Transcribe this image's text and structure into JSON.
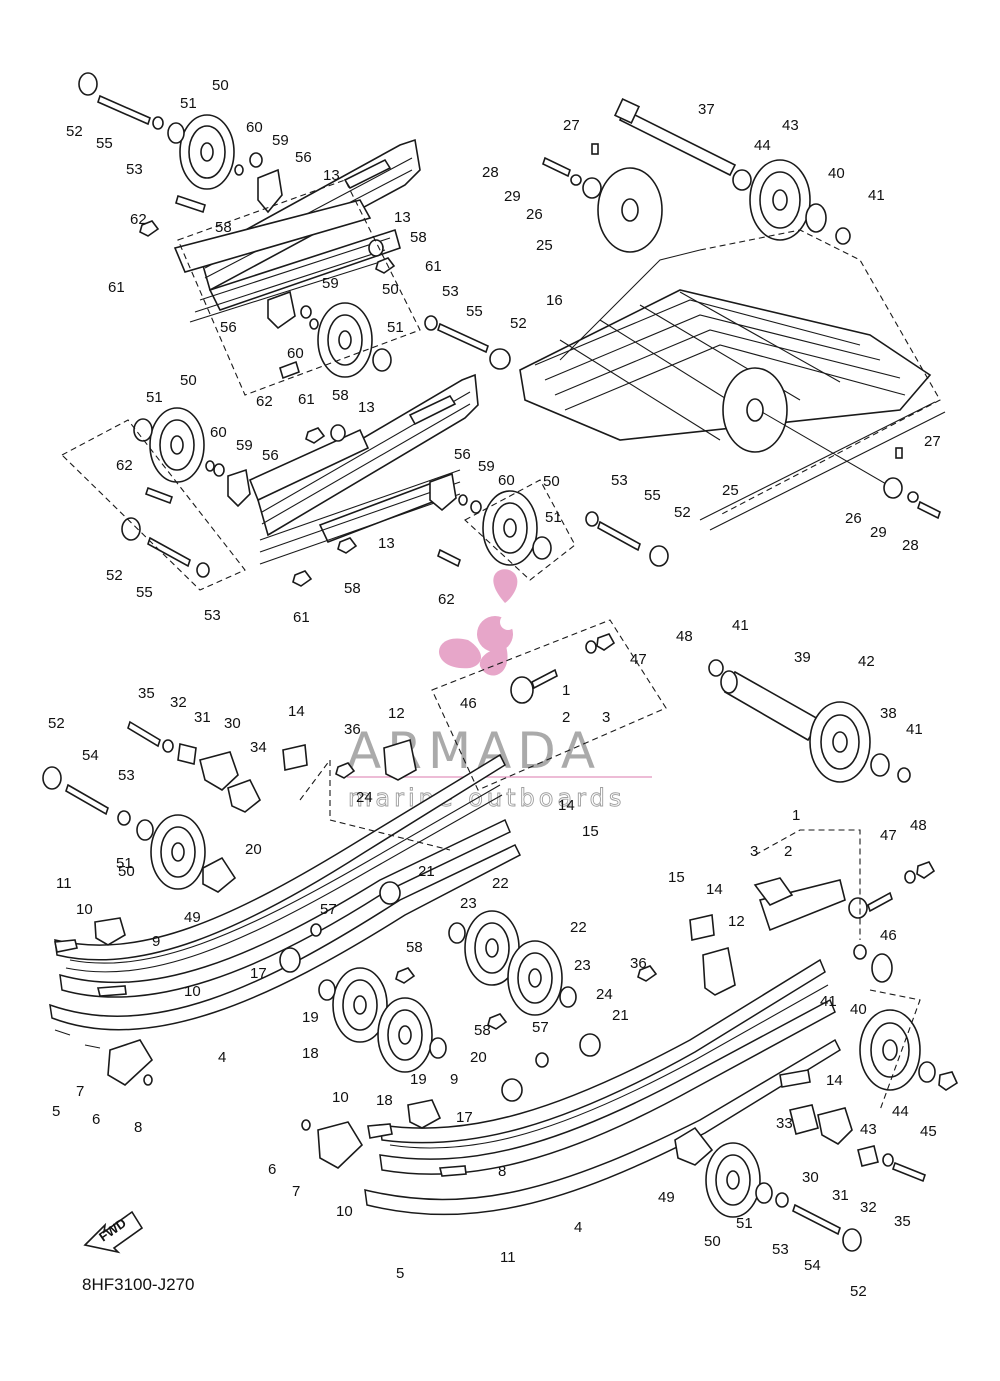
{
  "diagram_code": "8HF3100-J270",
  "fwd_label": "FWD",
  "watermark": {
    "brand": "ARMADA",
    "tagline": "marine outboards",
    "logo_color": "#e7a6c9",
    "text_color": "#8e8e8e"
  },
  "callouts": [
    "52",
    "55",
    "50",
    "51",
    "53",
    "60",
    "59",
    "56",
    "13",
    "62",
    "58",
    "61",
    "58",
    "61",
    "13",
    "56",
    "60",
    "59",
    "50",
    "51",
    "53",
    "55",
    "52",
    "62",
    "37",
    "43",
    "44",
    "27",
    "28",
    "29",
    "26",
    "25",
    "40",
    "41",
    "16",
    "25",
    "27",
    "26",
    "29",
    "28",
    "51",
    "50",
    "60",
    "59",
    "56",
    "62",
    "61",
    "58",
    "13",
    "56",
    "59",
    "60",
    "50",
    "53",
    "55",
    "52",
    "51",
    "52",
    "55",
    "53",
    "61",
    "58",
    "62",
    "13",
    "48",
    "47",
    "46",
    "41",
    "39",
    "42",
    "1",
    "2",
    "3",
    "38",
    "41",
    "52",
    "35",
    "32",
    "31",
    "30",
    "34",
    "14",
    "36",
    "12",
    "54",
    "53",
    "51",
    "50",
    "49",
    "24",
    "14",
    "15",
    "20",
    "21",
    "57",
    "22",
    "23",
    "11",
    "10",
    "9",
    "10",
    "17",
    "19",
    "18",
    "58",
    "22",
    "23",
    "4",
    "5",
    "7",
    "6",
    "8",
    "1",
    "3",
    "2",
    "15",
    "14",
    "12",
    "47",
    "48",
    "46",
    "36",
    "41",
    "40",
    "24",
    "21",
    "58",
    "57",
    "20",
    "19",
    "18",
    "9",
    "17",
    "10",
    "8",
    "6",
    "7",
    "10",
    "4",
    "11",
    "5",
    "14",
    "33",
    "43",
    "44",
    "45",
    "30",
    "31",
    "32",
    "35",
    "49",
    "51",
    "50",
    "53",
    "54",
    "52"
  ]
}
